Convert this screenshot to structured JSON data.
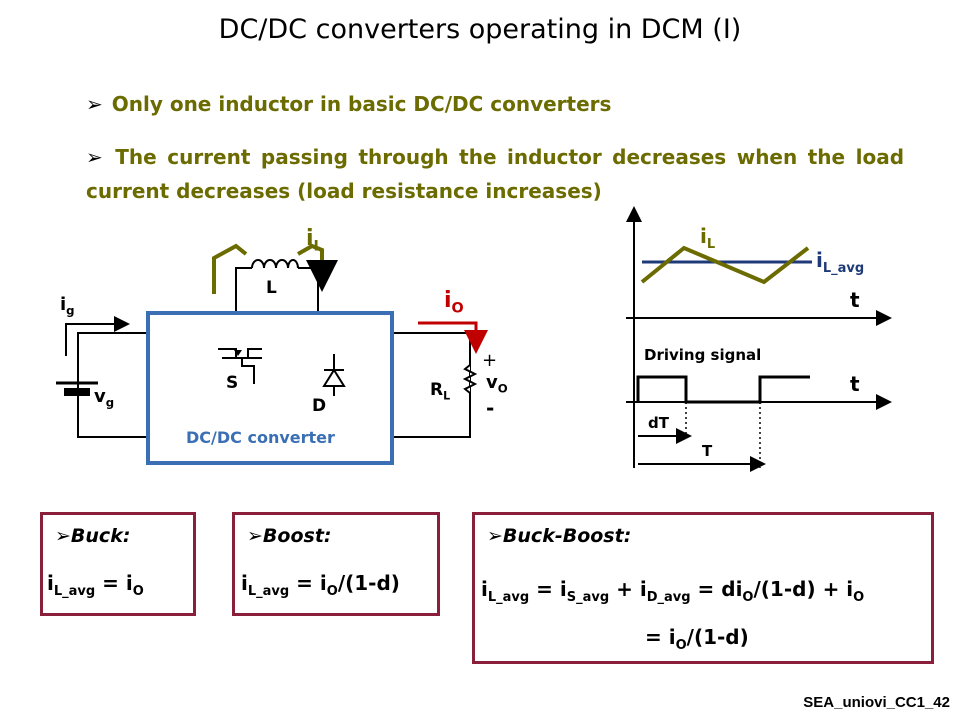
{
  "title": "DC/DC converters operating in DCM (I)",
  "bullets": [
    "Only one inductor in basic DC/DC converters",
    "The current passing through the inductor decreases when the load current decreases (load resistance increases)"
  ],
  "circuit": {
    "i_g": "i",
    "i_g_sub": "g",
    "v_g": "v",
    "v_g_sub": "g",
    "i_L": "i",
    "i_L_sub": "L",
    "L": "L",
    "S": "S",
    "D": "D",
    "i_o": "i",
    "i_o_sub": "O",
    "R_L": "R",
    "R_L_sub": "L",
    "v_o": "v",
    "v_o_sub": "O",
    "plus": "+",
    "minus": "-",
    "converter_label": "DC/DC converter"
  },
  "waveform": {
    "iL": "i",
    "iL_sub": "L",
    "iL_avg": "i",
    "iL_avg_sub": "L_avg",
    "t1": "t",
    "driving": "Driving signal",
    "t2": "t",
    "dT": "dT",
    "T": "T"
  },
  "boxes": {
    "buck": {
      "heading": "Buck:",
      "f1": "i",
      "f1s": "L_avg",
      "f2": " = i",
      "f2s": "O"
    },
    "boost": {
      "heading": "Boost:",
      "f1": "i",
      "f1s": "L_avg",
      "f2": " = i",
      "f2s": "O",
      "f3": "/(1-d)"
    },
    "buckboost": {
      "heading": "Buck-Boost:",
      "l1a": "i",
      "l1as": "L_avg",
      "l1b": " = i",
      "l1bs": "S_avg",
      "l1c": " + i",
      "l1cs": "D_avg",
      "l1d": " = di",
      "l1ds": "O",
      "l1e": "/(1-d) + i",
      "l1es": "O",
      "l2a": "= i",
      "l2as": "O",
      "l2b": "/(1-d)"
    }
  },
  "footer": "SEA_uniovi_CC1_42",
  "colors": {
    "olive": "#6b6b00",
    "blue": "#3a6fb5",
    "red": "#c00000",
    "maroon": "#8a1f3c",
    "navy": "#1f3a78"
  }
}
